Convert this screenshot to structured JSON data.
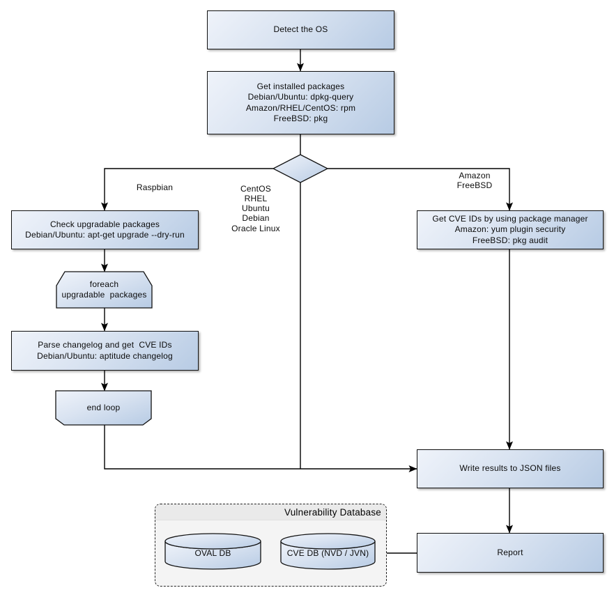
{
  "nodes": {
    "detect_os": "Detect the OS",
    "get_installed_packages": "Get installed packages\nDebian/Ubuntu: dpkg-query\nAmazon/RHEL/CentOS: rpm\nFreeBSD: pkg",
    "check_upgradable": "Check upgradable packages\nDebian/Ubuntu: apt-get upgrade --dry-run",
    "foreach_loop": "foreach\nupgradable  packages",
    "parse_changelog": "Parse changelog and get  CVE IDs\nDebian/Ubuntu: aptitude changelog",
    "end_loop": "end loop",
    "get_cve_ids": "Get CVE IDs by using package manager\nAmazon: yum plugin security\nFreeBSD: pkg audit",
    "write_results": "Write results to JSON files",
    "report": "Report",
    "oval_db": "OVAL DB",
    "cve_db": "CVE DB (NVD / JVN)"
  },
  "edge_labels": {
    "raspbian": "Raspbian",
    "os_list": "CentOS\nRHEL\nUbuntu\nDebian\nOracle Linux",
    "amazon_freebsd": "Amazon\nFreeBSD"
  },
  "container": {
    "title": "Vulnerability Database"
  },
  "colors": {
    "node_fill_light": "#eff3fa",
    "node_fill_dark": "#b7cbe4",
    "node_border": "#111111",
    "connector": "#000000",
    "group_fill": "#f4f4f4",
    "group_band_fill": "#eaeaea"
  }
}
